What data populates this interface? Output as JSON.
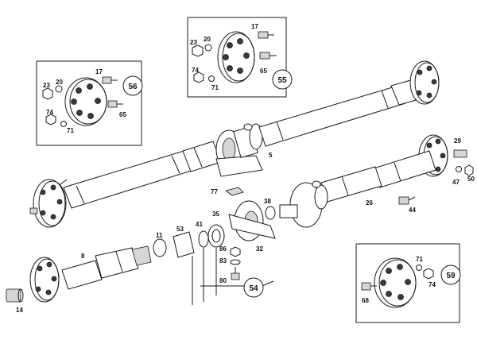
{
  "callouts": {
    "c55": "55",
    "c56": "56",
    "c54": "54",
    "c59": "59"
  },
  "parts": {
    "p5": "5",
    "p8": "8",
    "p11": "11",
    "p14": "14",
    "p17a": "17",
    "p17b": "17",
    "p20a": "20",
    "p20b": "20",
    "p23a": "23",
    "p23b": "23",
    "p26": "26",
    "p29": "29",
    "p32": "32",
    "p35": "35",
    "p38": "38",
    "p41": "41",
    "p44": "44",
    "p47": "47",
    "p50": "50",
    "p53": "53",
    "p65a": "65",
    "p65b": "65",
    "p68": "68",
    "p71a": "71",
    "p71b": "71",
    "p71c": "71",
    "p74a": "74",
    "p74b": "74",
    "p74c": "74",
    "p77": "77",
    "p80": "80",
    "p83": "83",
    "p86": "86"
  }
}
